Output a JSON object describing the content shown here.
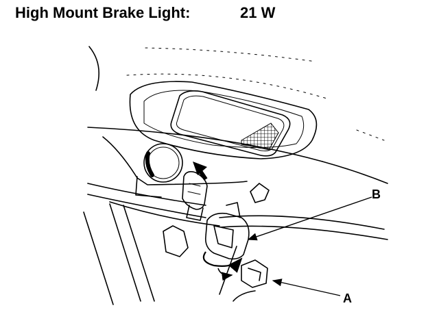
{
  "header": {
    "label": "High Mount Brake Light:",
    "wattage": "21 W"
  },
  "callouts": {
    "a": "A",
    "b": "B"
  },
  "colors": {
    "ink": "#000000",
    "paper": "#ffffff"
  }
}
